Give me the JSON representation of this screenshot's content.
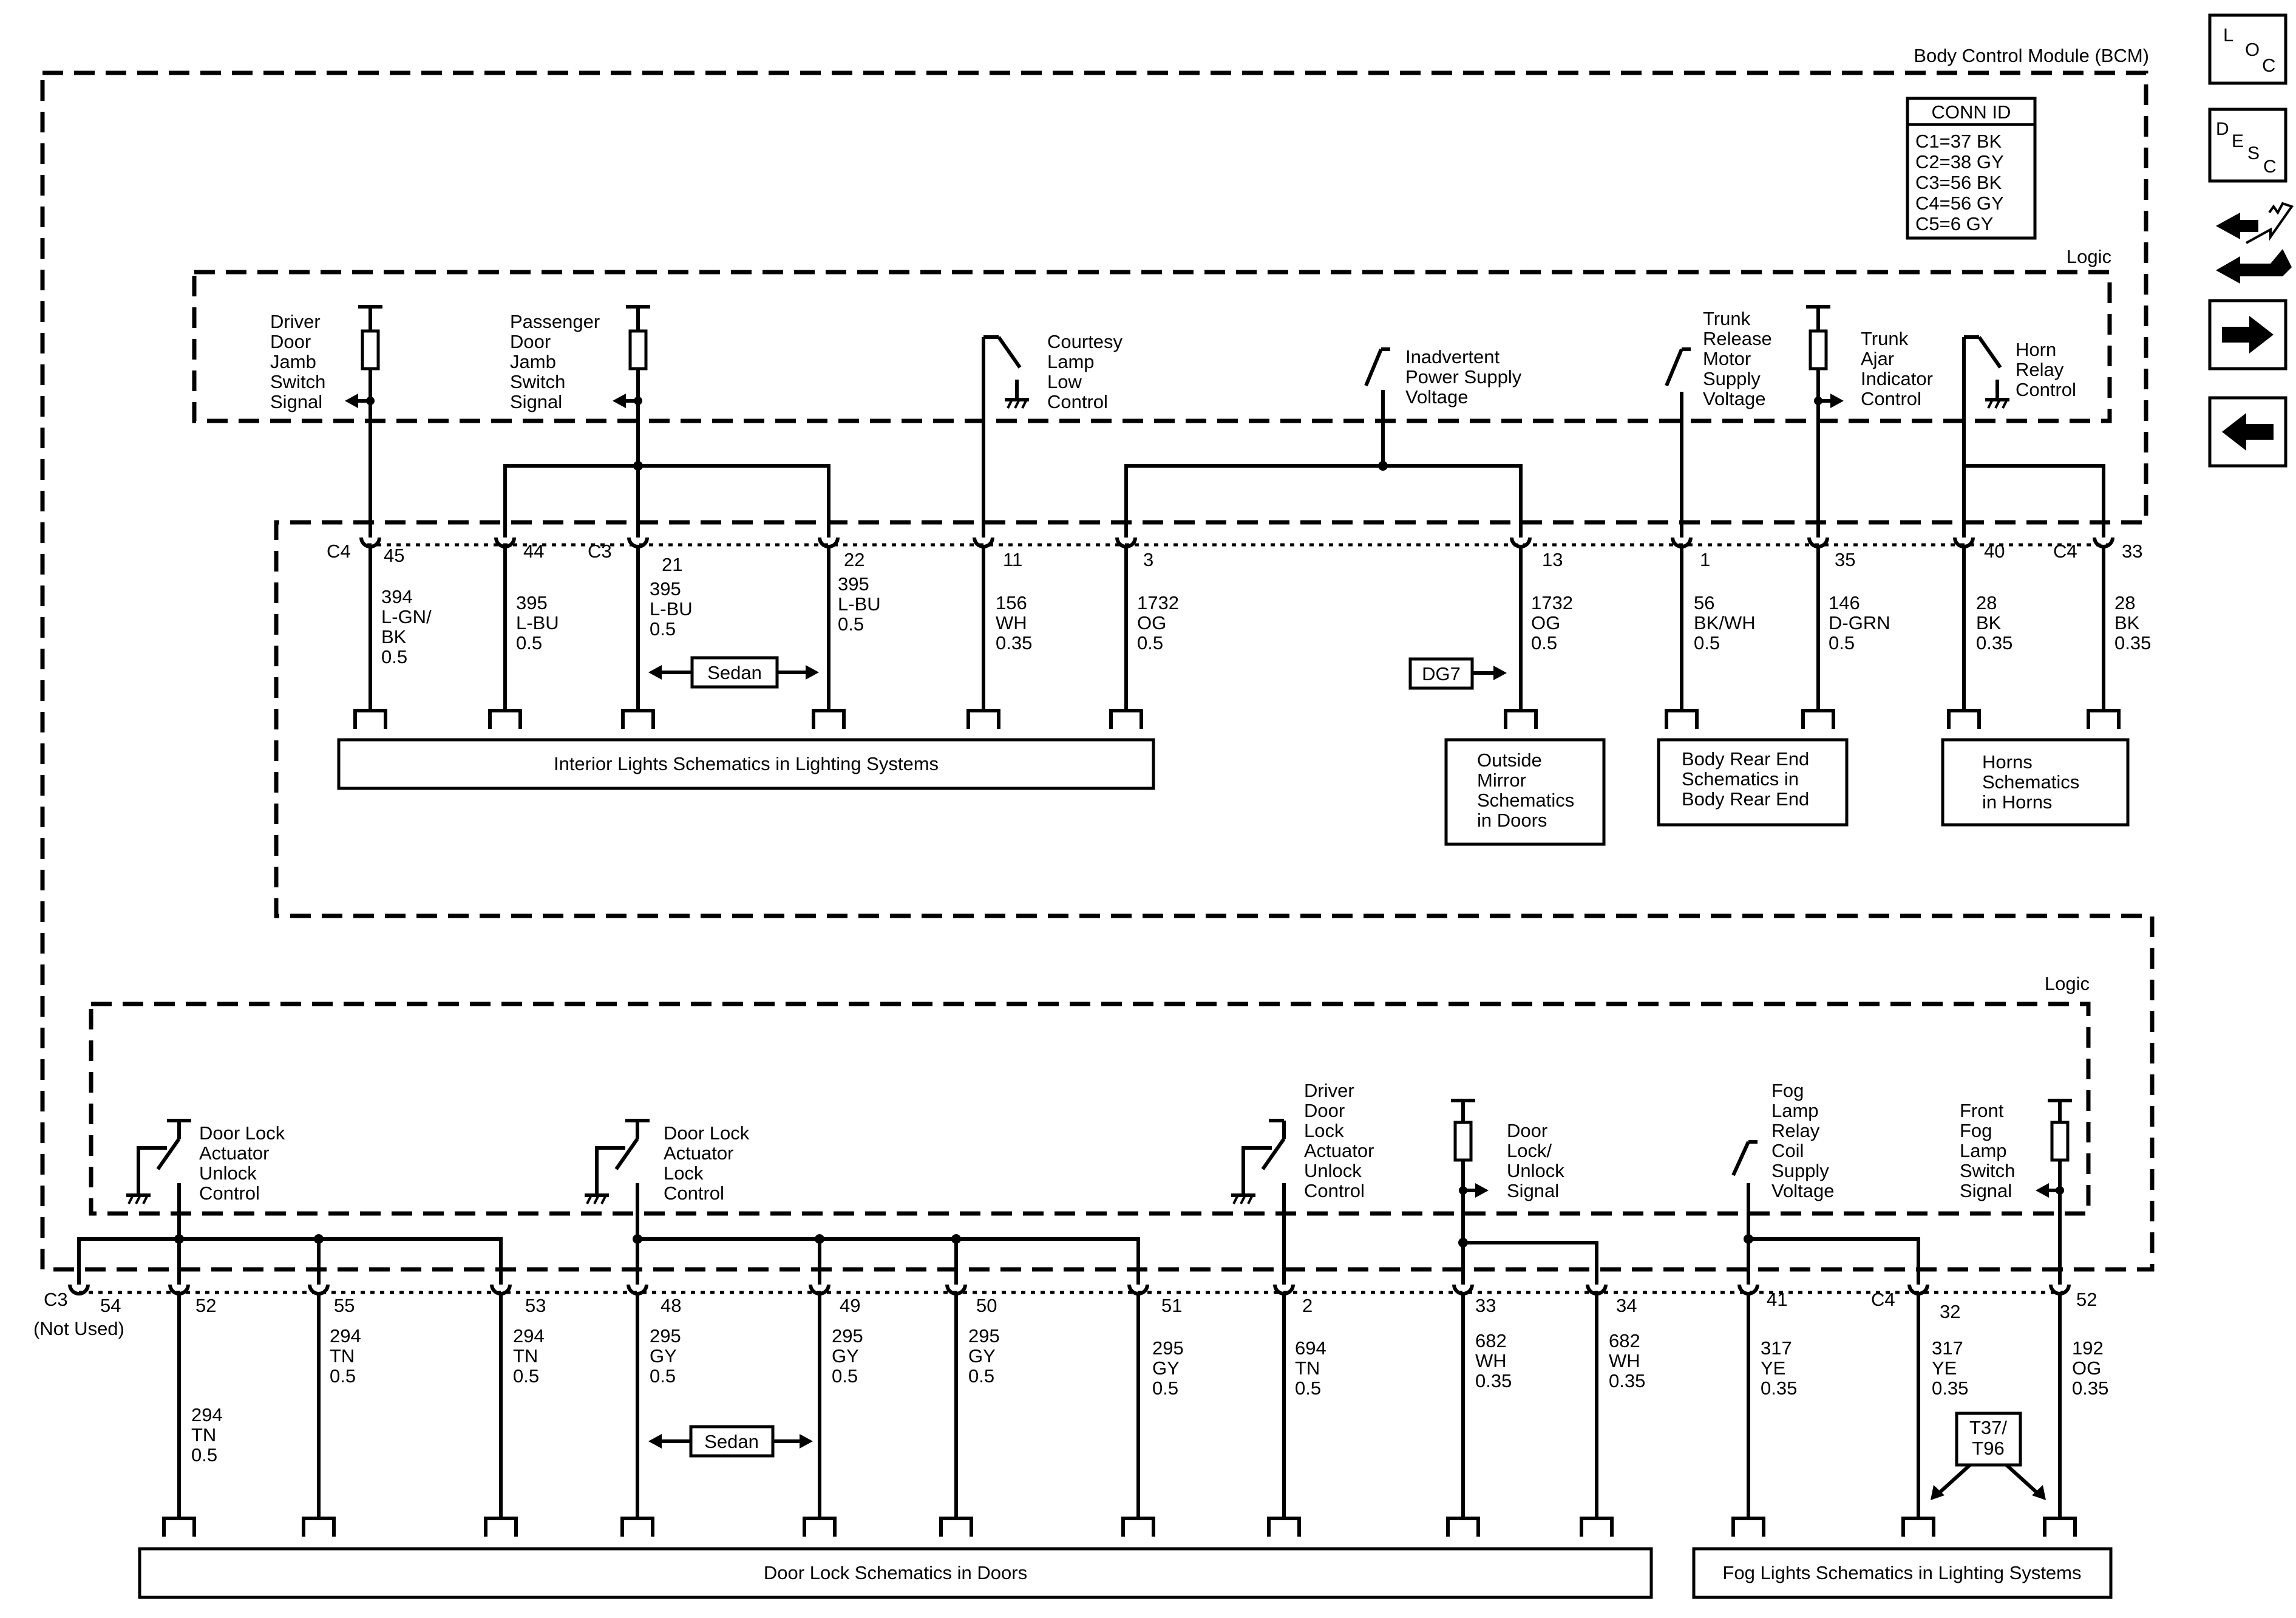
{
  "module_title": "Body Control Module (BCM)",
  "conn_id": {
    "title": "CONN ID",
    "lines": [
      "C1=37 BK",
      "C2=38 GY",
      "C3=56 BK",
      "C4=56 GY",
      "C5=6 GY"
    ]
  },
  "logic_label": "Logic",
  "nav": {
    "loc": {
      "a": "L",
      "b": "O",
      "c": "C"
    },
    "desc": {
      "a": "D",
      "b": "E",
      "c": "S",
      "d": "C"
    }
  },
  "upper_signals": {
    "driver_jamb": [
      "Driver",
      "Door",
      "Jamb",
      "Switch",
      "Signal"
    ],
    "passenger_jamb": [
      "Passenger",
      "Door",
      "Jamb",
      "Switch",
      "Signal"
    ],
    "courtesy": [
      "Courtesy",
      "Lamp",
      "Low",
      "Control"
    ],
    "inadvertent": [
      "Inadvertent",
      "Power Supply",
      "Voltage"
    ],
    "trunk_release": [
      "Trunk",
      "Release",
      "Motor",
      "Supply",
      "Voltage"
    ],
    "trunk_ajar": [
      "Trunk",
      "Ajar",
      "Indicator",
      "Control"
    ],
    "horn_relay": [
      "Horn",
      "Relay",
      "Control"
    ]
  },
  "upper_pins": [
    {
      "conn": "C4",
      "pin": "45",
      "circuit": [
        "394",
        "L-GN/",
        "BK",
        "0.5"
      ]
    },
    {
      "conn": "",
      "pin": "44",
      "circuit": [
        "395",
        "L-BU",
        "0.5"
      ]
    },
    {
      "conn": "C3",
      "pin": "21",
      "circuit": [
        "395",
        "L-BU",
        "0.5"
      ]
    },
    {
      "conn": "",
      "pin": "22",
      "circuit": [
        "395",
        "L-BU",
        "0.5"
      ]
    },
    {
      "conn": "",
      "pin": "11",
      "circuit": [
        "156",
        "WH",
        "0.35"
      ]
    },
    {
      "conn": "",
      "pin": "3",
      "circuit": [
        "1732",
        "OG",
        "0.5"
      ]
    },
    {
      "conn": "",
      "pin": "13",
      "circuit": [
        "1732",
        "OG",
        "0.5"
      ]
    },
    {
      "conn": "",
      "pin": "1",
      "circuit": [
        "56",
        "BK/WH",
        "0.5"
      ]
    },
    {
      "conn": "",
      "pin": "35",
      "circuit": [
        "146",
        "D-GRN",
        "0.5"
      ]
    },
    {
      "conn": "",
      "pin": "40",
      "circuit": [
        "28",
        "BK",
        "0.35"
      ]
    },
    {
      "conn": "C4",
      "pin": "33",
      "circuit": [
        "28",
        "BK",
        "0.35"
      ]
    }
  ],
  "sedan_label": "Sedan",
  "dg7_label": "DG7",
  "upper_refs": {
    "interior": "Interior Lights Schematics in Lighting Systems",
    "mirror": [
      "Outside",
      "Mirror",
      "Schematics",
      "in Doors"
    ],
    "rear_end": [
      "Body Rear End",
      "Schematics in",
      "Body Rear End"
    ],
    "horns": [
      "Horns",
      "Schematics",
      "in Horns"
    ]
  },
  "lower_signals": {
    "unlock": [
      "Door Lock",
      "Actuator",
      "Unlock",
      "Control"
    ],
    "lock": [
      "Door Lock",
      "Actuator",
      "Lock",
      "Control"
    ],
    "driver_unlock": [
      "Driver",
      "Door",
      "Lock",
      "Actuator",
      "Unlock",
      "Control"
    ],
    "lock_unlock_signal": [
      "Door",
      "Lock/",
      "Unlock",
      "Signal"
    ],
    "fog_relay": [
      "Fog",
      "Lamp",
      "Relay",
      "Coil",
      "Supply",
      "Voltage"
    ],
    "front_fog": [
      "Front",
      "Fog",
      "Lamp",
      "Switch",
      "Signal"
    ]
  },
  "lower_conn_c3": "C3",
  "not_used": "(Not Used)",
  "lower_pins": [
    {
      "pin": "54",
      "circuit": []
    },
    {
      "pin": "52",
      "circuit": [
        "294",
        "TN",
        "0.5"
      ]
    },
    {
      "pin": "55",
      "circuit": [
        "294",
        "TN",
        "0.5"
      ]
    },
    {
      "pin": "53",
      "circuit": [
        "294",
        "TN",
        "0.5"
      ]
    },
    {
      "pin": "48",
      "circuit": [
        "295",
        "GY",
        "0.5"
      ]
    },
    {
      "pin": "49",
      "circuit": [
        "295",
        "GY",
        "0.5"
      ]
    },
    {
      "pin": "50",
      "circuit": [
        "295",
        "GY",
        "0.5"
      ]
    },
    {
      "pin": "51",
      "circuit": [
        "295",
        "GY",
        "0.5"
      ]
    },
    {
      "pin": "2",
      "circuit": [
        "694",
        "TN",
        "0.5"
      ]
    },
    {
      "pin": "33",
      "circuit": [
        "682",
        "WH",
        "0.35"
      ]
    },
    {
      "pin": "34",
      "circuit": [
        "682",
        "WH",
        "0.35"
      ]
    },
    {
      "pin": "41",
      "circuit": [
        "317",
        "YE",
        "0.35"
      ]
    },
    {
      "pin": "32",
      "conn": "C4",
      "circuit": [
        "317",
        "YE",
        "0.35"
      ]
    },
    {
      "pin": "52",
      "circuit": [
        "192",
        "OG",
        "0.35"
      ]
    }
  ],
  "t37_label": [
    "T37/",
    "T96"
  ],
  "lower_refs": {
    "door_lock": "Door Lock Schematics in Doors",
    "fog": "Fog Lights Schematics in Lighting Systems"
  }
}
